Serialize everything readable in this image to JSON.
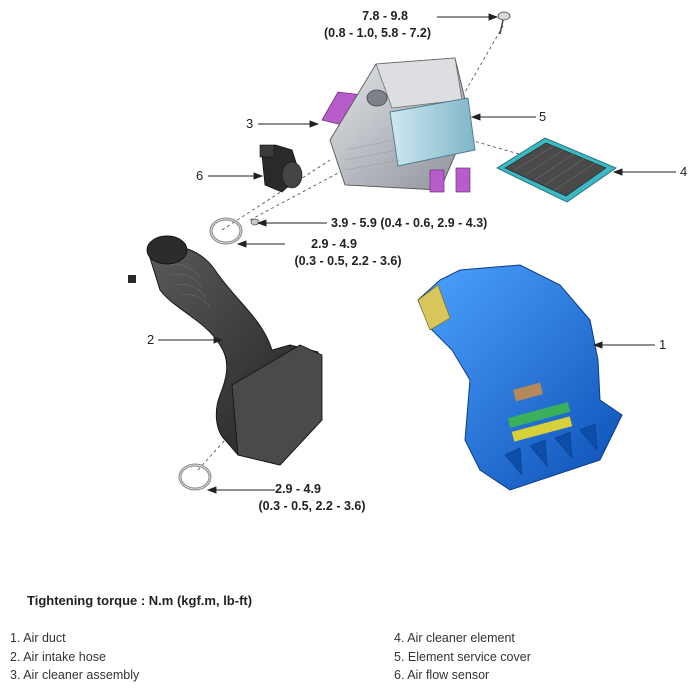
{
  "callouts": {
    "n1": "1",
    "n2": "2",
    "n3": "3",
    "n4": "4",
    "n5": "5",
    "n6": "6"
  },
  "torques": {
    "top": {
      "line1": "7.8 - 9.8",
      "line2": "(0.8 - 1.0, 5.8 - 7.2)"
    },
    "sensor": {
      "line1": "3.9 - 5.9 (0.4 - 0.6, 2.9 - 4.3)"
    },
    "clamp_upper": {
      "line1": "2.9 - 4.9",
      "line2": "(0.3 - 0.5, 2.2 - 3.6)"
    },
    "clamp_lower": {
      "line1": "2.9 - 4.9",
      "line2": "(0.3 - 0.5, 2.2 - 3.6)"
    }
  },
  "caption": "Tightening torque : N.m (kgf.m, lb-ft)",
  "legend": {
    "left": [
      "1. Air duct",
      "2. Air intake hose",
      "3. Air cleaner assembly"
    ],
    "right": [
      "4. Air cleaner element",
      "5. Element service cover",
      "6. Air flow sensor"
    ]
  },
  "colors": {
    "air_duct": "#1f6fd6",
    "bracket": "#b85ccc",
    "hose": "#3b3b3b",
    "housing": "#c9ccd2",
    "filter_frame": "#3cb8c4"
  }
}
